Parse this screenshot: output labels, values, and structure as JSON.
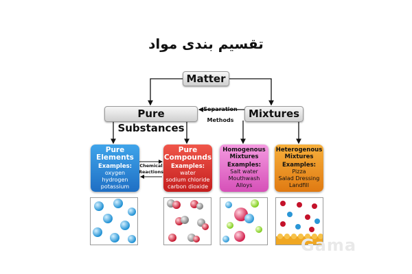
{
  "title": "تقسیم بندی مواد",
  "nodes": {
    "matter": "Matter",
    "pure_substances": "Pure Substances",
    "mixtures": "Mixtures",
    "separation_line1": "Separation",
    "separation_line2": "Methods",
    "chemical_line1": "Chemical",
    "chemical_line2": "Reactions"
  },
  "cards": [
    {
      "title1": "Pure",
      "title2": "Elements",
      "examples_label": "Examples:",
      "items": [
        "oxygen",
        "hydrogen",
        "potassium"
      ],
      "color": "#1f6fc4"
    },
    {
      "title1": "Pure",
      "title2": "Compounds",
      "examples_label": "Examples:",
      "items": [
        "water",
        "sodium chloride",
        "carbon dioxide"
      ],
      "color": "#c41e1e"
    },
    {
      "title1": "Homogenous",
      "title2": "Mixtures",
      "examples_label": "Examples:",
      "items": [
        "Salt water",
        "Mouthwash",
        "Alloys"
      ],
      "color": "#d650b8"
    },
    {
      "title1": "Heterogenous",
      "title2": "Mixtures",
      "examples_label": "Examples:",
      "items": [
        "Pizza",
        "Salad Dressing",
        "Landfill"
      ],
      "color": "#e07a12"
    }
  ],
  "watermark": "Gama"
}
